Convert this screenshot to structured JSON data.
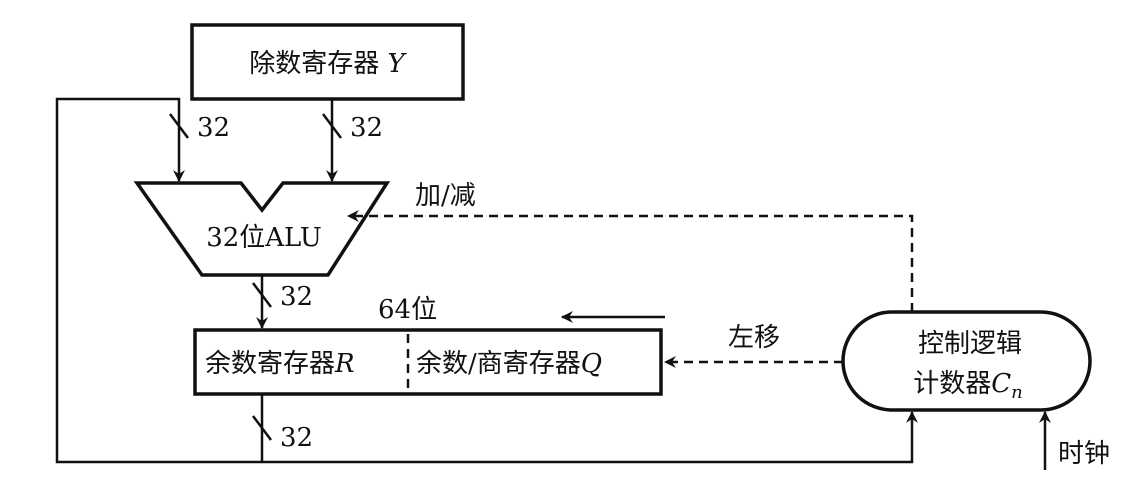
{
  "divisor_register": {
    "label": "除数寄存器 ",
    "var": "Y"
  },
  "alu": {
    "label": "32位ALU"
  },
  "add_sub_label": "加/减",
  "bus_widths": {
    "left_in": "32",
    "right_in": "32",
    "alu_out": "32",
    "remainder_out": "32"
  },
  "register_width_label": "64位",
  "remainder_register": {
    "label": "余数寄存器",
    "var": "R"
  },
  "quotient_register": {
    "label": "余数/商寄存器",
    "var": "Q"
  },
  "shift_left_label": "左移",
  "control": {
    "line1": "控制逻辑",
    "line2": "计数器",
    "var": "C",
    "sub": "n"
  },
  "clock_label": "时钟"
}
